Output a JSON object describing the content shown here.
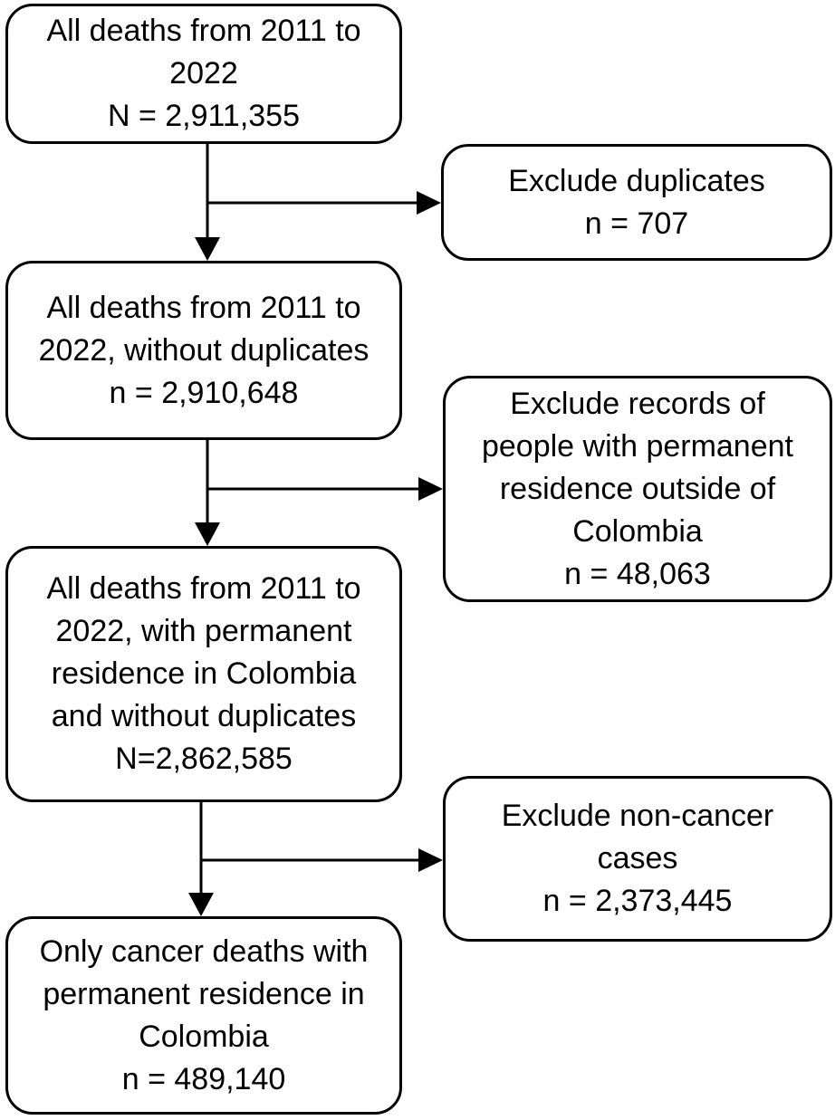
{
  "flowchart": {
    "main_steps": [
      {
        "lines": [
          "All deaths from 2011 to",
          "2022",
          "N = 2,911,355"
        ]
      },
      {
        "lines": [
          "All deaths from 2011 to",
          "2022, without duplicates",
          "n = 2,910,648"
        ]
      },
      {
        "lines": [
          "All deaths from 2011 to",
          "2022, with permanent",
          "residence in Colombia",
          "and without duplicates",
          "N=2,862,585"
        ]
      },
      {
        "lines": [
          "Only cancer deaths with",
          "permanent residence in",
          "Colombia",
          "n = 489,140"
        ]
      }
    ],
    "exclusions": [
      {
        "lines": [
          "Exclude duplicates",
          "n = 707"
        ]
      },
      {
        "lines": [
          "Exclude records of",
          "people with permanent",
          "residence outside of",
          "Colombia",
          "n = 48,063"
        ]
      },
      {
        "lines": [
          "Exclude non-cancer",
          "cases",
          "n = 2,373,445"
        ]
      }
    ]
  },
  "colors": {
    "stroke": "#000000",
    "background": "#ffffff"
  }
}
